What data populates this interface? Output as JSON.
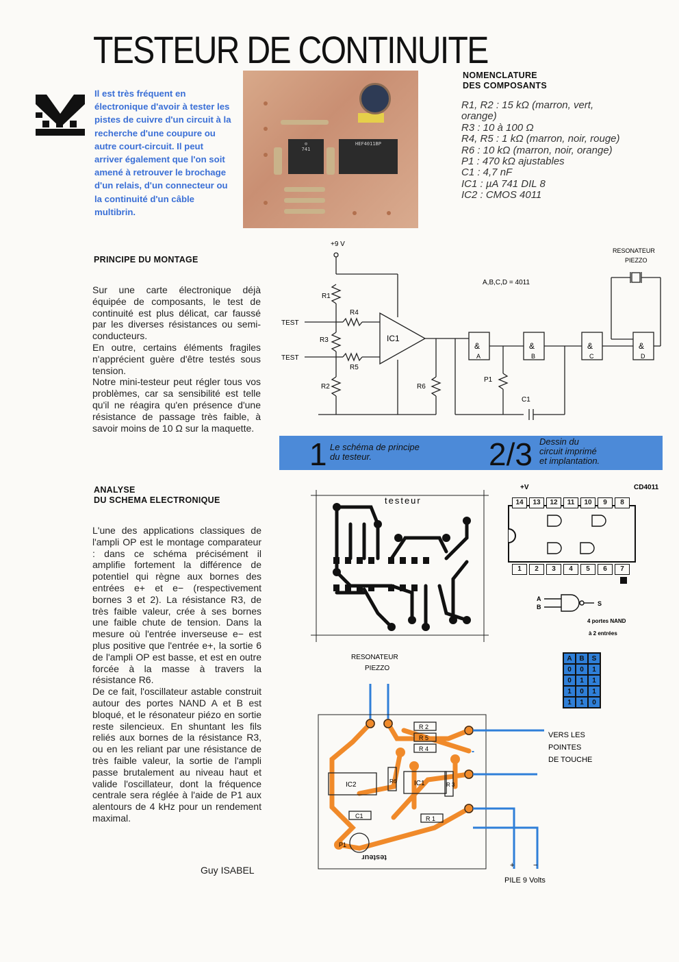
{
  "title": "TESTEUR DE CONTINUITE",
  "intro": "Il est très fréquent en électronique d'avoir à tester les pistes de cuivre d'un circuit à la recherche d'une coupure ou autre court-circuit. Il peut arriver également que l'on soit amené à retrouver le brochage d'un relais, d'un connecteur ou la continuité d'un câble multibrin.",
  "nomenclature": {
    "title_line1": "NOMENCLATURE",
    "title_line2": "DES COMPOSANTS",
    "items": [
      "R1, R2 : 15 kΩ (marron, vert, orange)",
      "R3 : 10 à 100 Ω",
      "R4, R5 : 1 kΩ (marron, noir, rouge)",
      "R6 : 10 kΩ (marron, noir, orange)",
      "P1 : 470 kΩ ajustables",
      "C1 : 4,7 nF",
      "IC1 : µA 741 DIL 8",
      "IC2 : CMOS 4011"
    ]
  },
  "principe": {
    "heading": "PRINCIPE DU MONTAGE",
    "paragraphs": [
      "Sur une carte électronique déjà équipée de composants, le test de continuité est plus délicat, car faussé par les diverses résistances ou semi-conducteurs.",
      "En outre, certains éléments fragiles n'apprécient guère d'être testés sous tension.",
      "Notre mini-testeur peut régler tous vos problèmes, car sa sensibilité est telle qu'il ne réagira qu'en présence d'une résistance de passage très faible, à savoir moins de 10 Ω sur la maquette."
    ]
  },
  "analyse": {
    "heading_line1": "ANALYSE",
    "heading_line2": "DU SCHEMA ELECTRONIQUE",
    "paragraphs": [
      "L'une des applications classiques de l'ampli OP est le montage comparateur : dans ce schéma précisément il amplifie fortement la différence de potentiel qui règne aux bornes des entrées e+ et e− (respectivement bornes 3 et 2). La résistance R3, de très faible valeur, crée à ses bornes une faible chute de tension. Dans la mesure où l'entrée inverseuse e− est plus positive que l'entrée e+, la sortie 6 de l'ampli OP est basse, et est en outre forcée à la masse à travers la résistance R6.",
      "De ce fait, l'oscillateur astable construit autour des portes NAND A et B est bloqué, et le résonateur piézo en sortie reste silencieux. En shuntant les fils reliés aux bornes de la résistance R3, ou en les reliant par une résistance de très faible valeur, la sortie de l'ampli passe brutalement au niveau haut et valide l'oscillateur, dont la fréquence centrale sera réglée à l'aide de P1 aux alentours de 4 kHz pour un rendement maximal."
    ],
    "author": "Guy ISABEL"
  },
  "schematic": {
    "supply": "+9 V",
    "resonator_line1": "RESONATEUR",
    "resonator_line2": "PIEZZO",
    "gate_note": "A,B,C,D = 4011",
    "test1": "TEST",
    "test2": "TEST",
    "labels": {
      "r1": "R1",
      "r2": "R2",
      "r3": "R3",
      "r4": "R4",
      "r5": "R5",
      "r6": "R6",
      "ic1": "IC1",
      "p1": "P1",
      "c1": "C1",
      "ga": "A",
      "gb": "B",
      "gc": "C",
      "gd": "D",
      "amp": "&"
    }
  },
  "band": {
    "n1": "1",
    "cap1_line1": "Le schéma de principe",
    "cap1_line2": "du testeur.",
    "n2": "2/3",
    "cap2_line1": "Dessin du",
    "cap2_line2": "circuit imprimé",
    "cap2_line3": "et implantation."
  },
  "pcb": {
    "label": "testeur",
    "label_mirror": "testeur"
  },
  "cd4011": {
    "supply": "+V",
    "name": "CD4011",
    "top_pins": [
      "14",
      "13",
      "12",
      "11",
      "10",
      "9",
      "8"
    ],
    "bottom_pins": [
      "1",
      "2",
      "3",
      "4",
      "5",
      "6",
      "7"
    ],
    "in_a": "A",
    "in_b": "B",
    "out_s": "S",
    "desc_line1": "4 portes NAND",
    "desc_line2": "à 2 entrées",
    "truth_header": [
      "A",
      "B",
      "S"
    ],
    "truth_rows": [
      [
        "0",
        "0",
        "1"
      ],
      [
        "0",
        "1",
        "1"
      ],
      [
        "1",
        "0",
        "1"
      ],
      [
        "1",
        "1",
        "0"
      ]
    ]
  },
  "implant": {
    "resonator_line1": "RESONATEUR",
    "resonator_line2": "PIEZZO",
    "vers1": "VERS LES",
    "vers2": "POINTES",
    "vers3": "DE TOUCHE",
    "plus": "+",
    "minus": "−",
    "pile": "PILE  9 Volts",
    "parts": {
      "r2": "R 2",
      "r5": "R 5",
      "r4": "R 4",
      "ic2": "IC2",
      "r6": "R6",
      "ic1": "IC1",
      "r3": "R 3",
      "c1": "C1",
      "r1": "R 1",
      "p1": "P1"
    }
  }
}
